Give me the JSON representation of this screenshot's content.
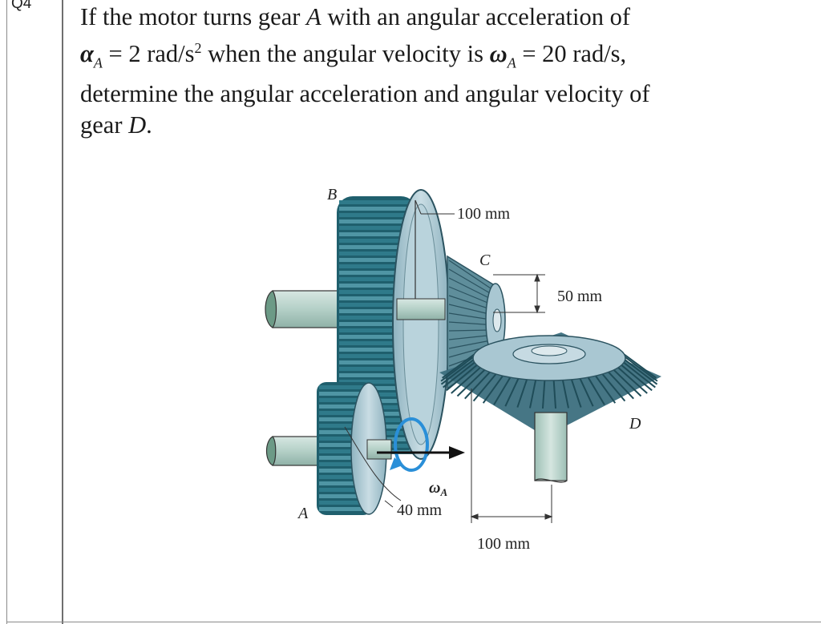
{
  "question": {
    "number": "Q4"
  },
  "problem": {
    "line1_a": "If the motor turns gear ",
    "line1_b": "A",
    "line1_c": " with an angular acceleration of",
    "alpha_symbol": "α",
    "alpha_sub": "A",
    "alpha_eq": " = 2 rad/s",
    "alpha_exp": "2",
    "line2_mid": " when the angular velocity is ",
    "omega_symbol": "ω",
    "omega_sub": "A",
    "omega_eq": " = 20 rad/s,",
    "line3": "determine the angular acceleration and angular velocity of",
    "line4_a": "gear ",
    "line4_b": "D",
    "line4_c": "."
  },
  "figure": {
    "labels": {
      "gear_b": "B",
      "gear_c": "C",
      "gear_a": "A",
      "gear_d": "D",
      "omega": "ω",
      "omega_sub": "A",
      "dim_100_top": "100 mm",
      "dim_50": "50 mm",
      "dim_40": "40 mm",
      "dim_100_bottom": "100 mm"
    },
    "colors": {
      "gear_teeth": "#2f7a8a",
      "gear_body": "#a9c7d2",
      "shaft": "#bcd6cf",
      "arrow_blue": "#2a8fd8"
    }
  }
}
